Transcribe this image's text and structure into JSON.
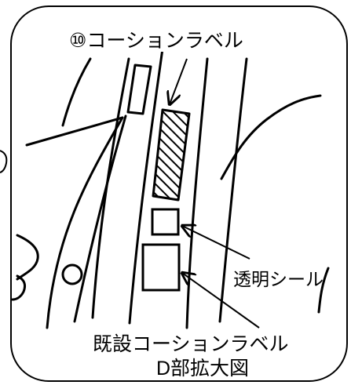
{
  "labels": {
    "caution_label_10": "⑩コーションラベル",
    "transparent_seal": "透明シール",
    "existing_caution_label": "既設コーションラベル",
    "detail_title": "D部拡大図"
  }
}
